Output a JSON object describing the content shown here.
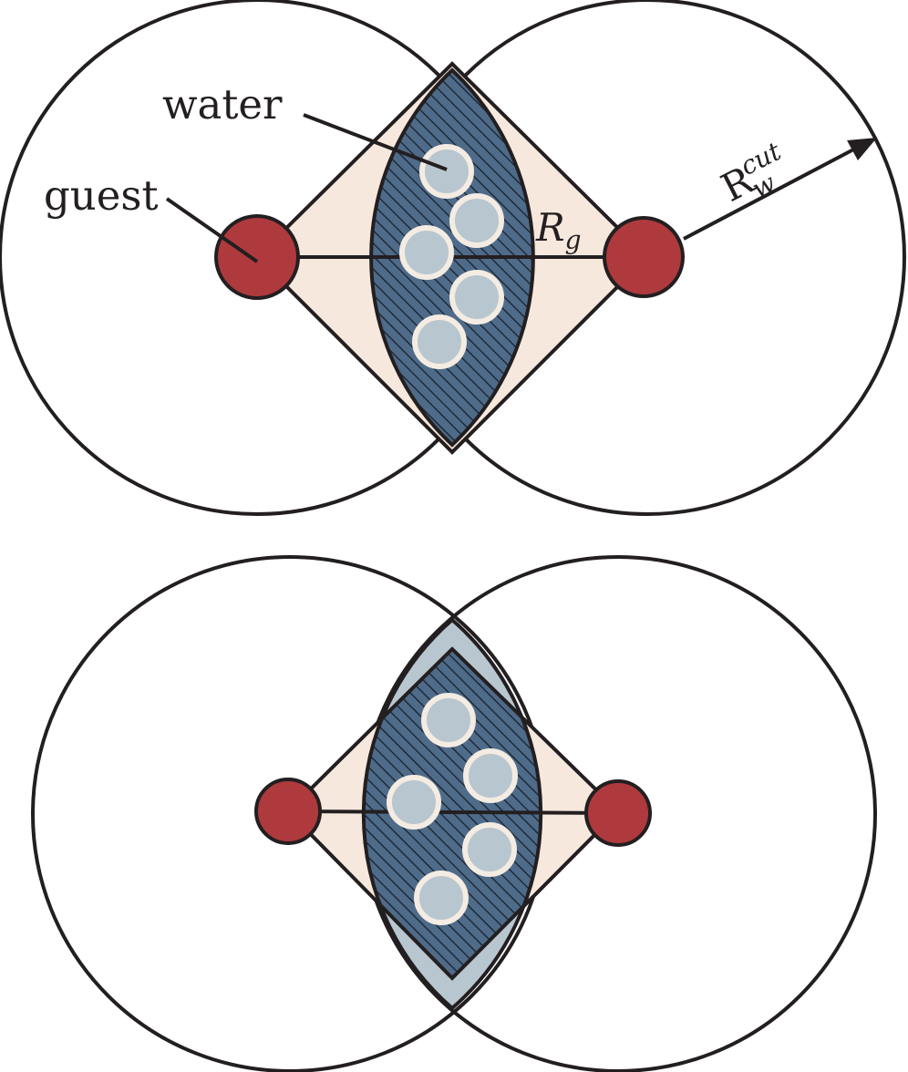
{
  "top_panel": {
    "water_label": "water",
    "guest_label": "guest",
    "rg_symbol": "R",
    "rg_subscript": "g",
    "rcut_symbol": "R",
    "rcut_subscript": "w",
    "rcut_superscript": "cut"
  },
  "colors": {
    "outline": "#231f20",
    "guest_fill": "#ae3a3e",
    "triangle_fill": "#f7e8dd",
    "lens_fill": "#4f6b8a",
    "lens_outer_fill": "#b8c6cf",
    "water_fill": "#b8c6cf",
    "water_stroke": "#f4ece2"
  }
}
